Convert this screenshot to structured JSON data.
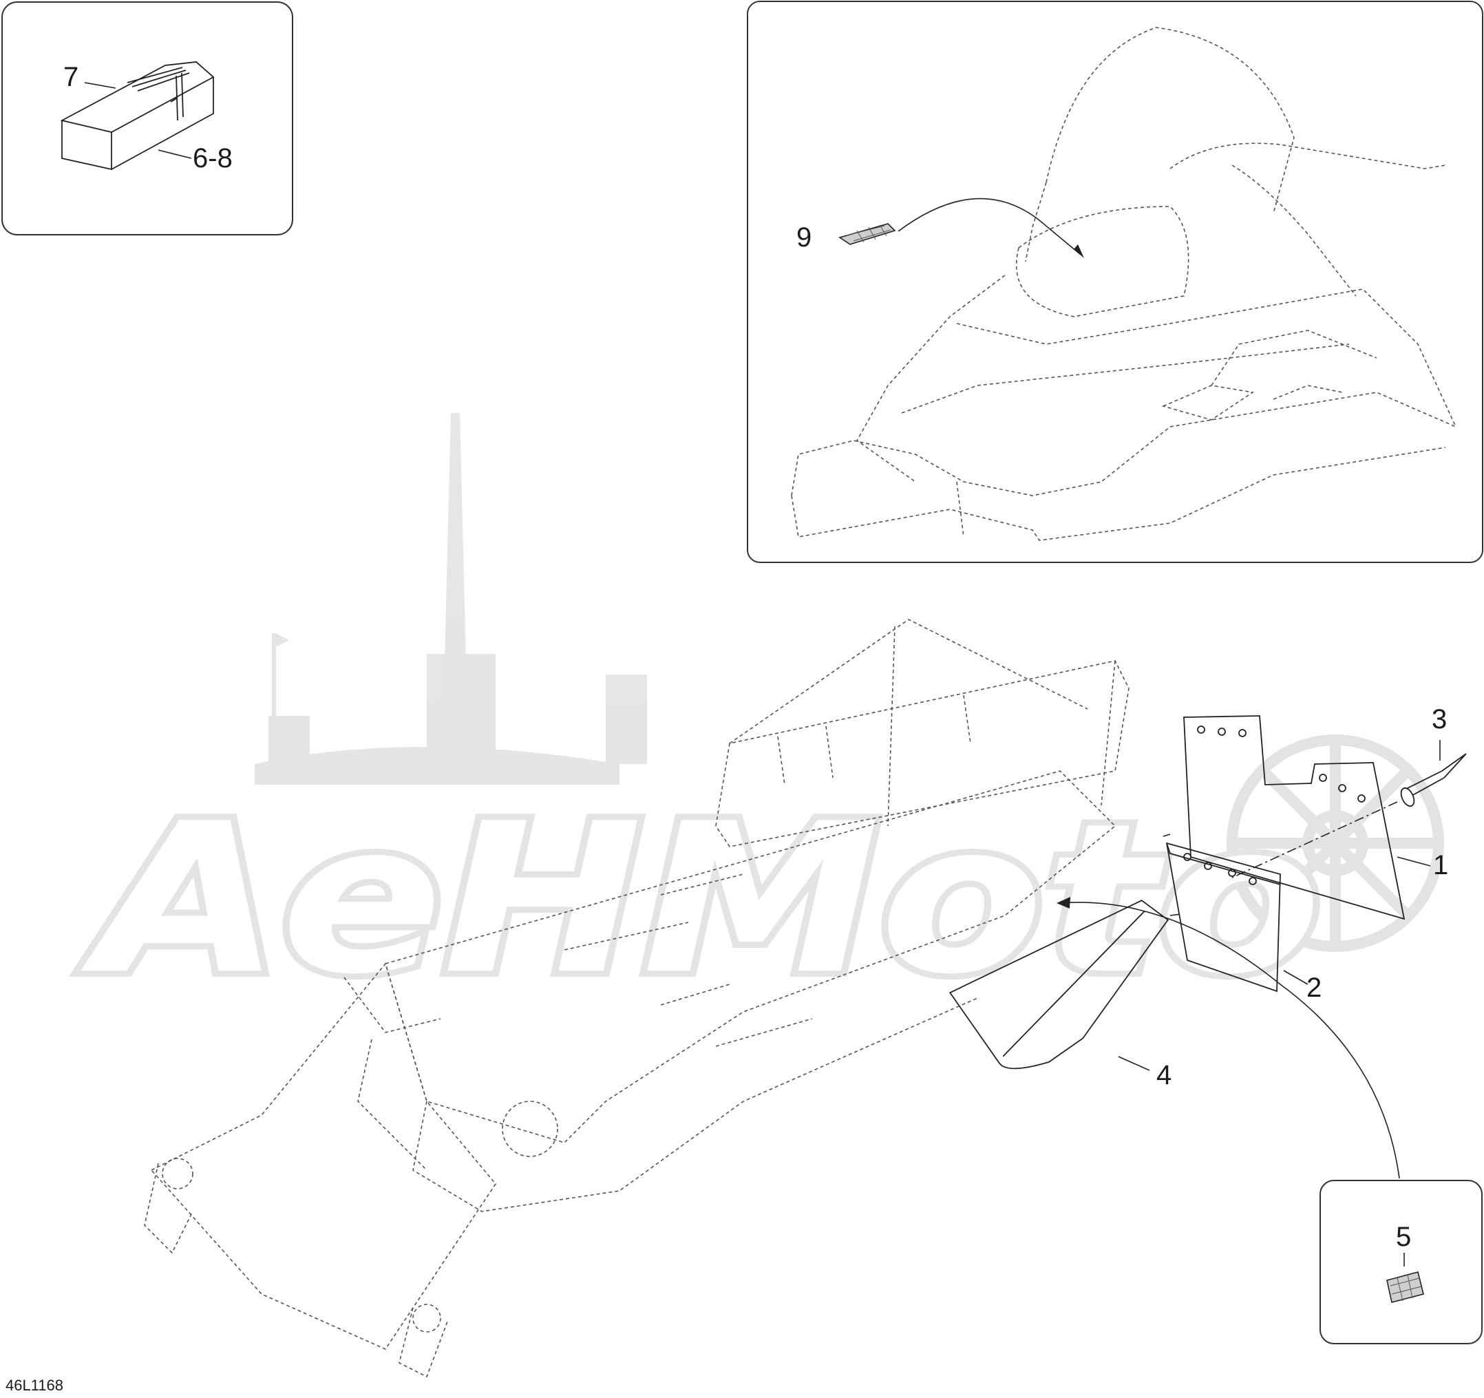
{
  "diagram_id": "46L1168",
  "watermark": {
    "text": "AeHMoto",
    "color": "#dedede"
  },
  "callouts": {
    "c1": "1",
    "c2": "2",
    "c3": "3",
    "c4": "4",
    "c5": "5",
    "c7": "7",
    "c6_8": "6-8",
    "c9": "9"
  },
  "colors": {
    "line": "#222222",
    "dashed": "#555555",
    "inset_border": "#333333"
  }
}
